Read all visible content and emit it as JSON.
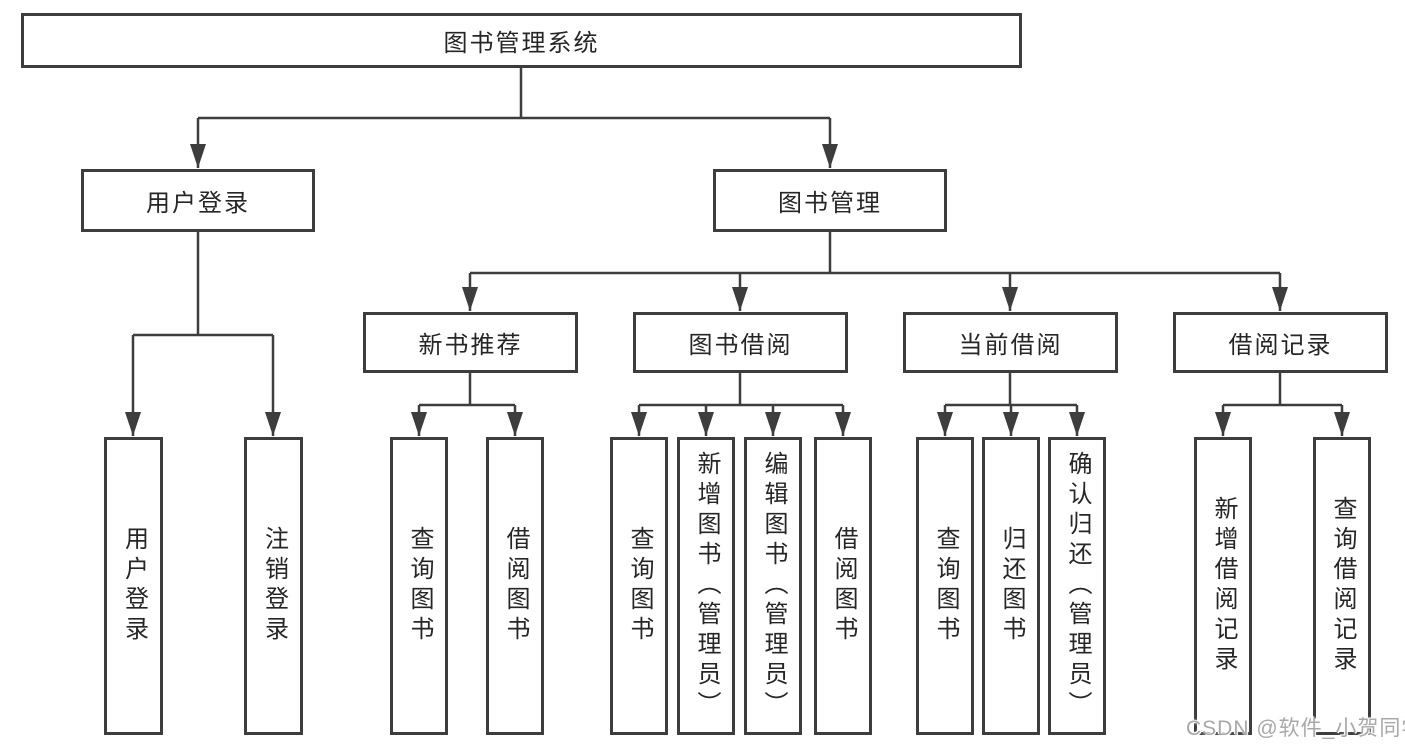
{
  "tree": {
    "label": "图书管理系统",
    "children": [
      {
        "label": "用户登录",
        "children": [
          {
            "label": "用户登录"
          },
          {
            "label": "注销登录"
          }
        ]
      },
      {
        "label": "图书管理",
        "children": [
          {
            "label": "新书推荐",
            "children": [
              {
                "label": "查询图书"
              },
              {
                "label": "借阅图书"
              }
            ]
          },
          {
            "label": "图书借阅",
            "children": [
              {
                "label": "查询图书"
              },
              {
                "label": "新增图书（管理员）"
              },
              {
                "label": "编辑图书（管理员）"
              },
              {
                "label": "借阅图书"
              }
            ]
          },
          {
            "label": "当前借阅",
            "children": [
              {
                "label": "查询图书"
              },
              {
                "label": "归还图书"
              },
              {
                "label": "确认归还（管理员）"
              }
            ]
          },
          {
            "label": "借阅记录",
            "children": [
              {
                "label": "新增借阅记录"
              },
              {
                "label": "查询借阅记录"
              }
            ]
          }
        ]
      }
    ]
  },
  "watermark": {
    "text": "CSDN @软件_小贺同学"
  },
  "colors": {
    "line": "#3d3d3d",
    "box_border": "#3d3d3d",
    "box_fill": "#ffffff",
    "text": "#262626",
    "background": "#ffffff",
    "watermark": "#a8a8a8"
  }
}
